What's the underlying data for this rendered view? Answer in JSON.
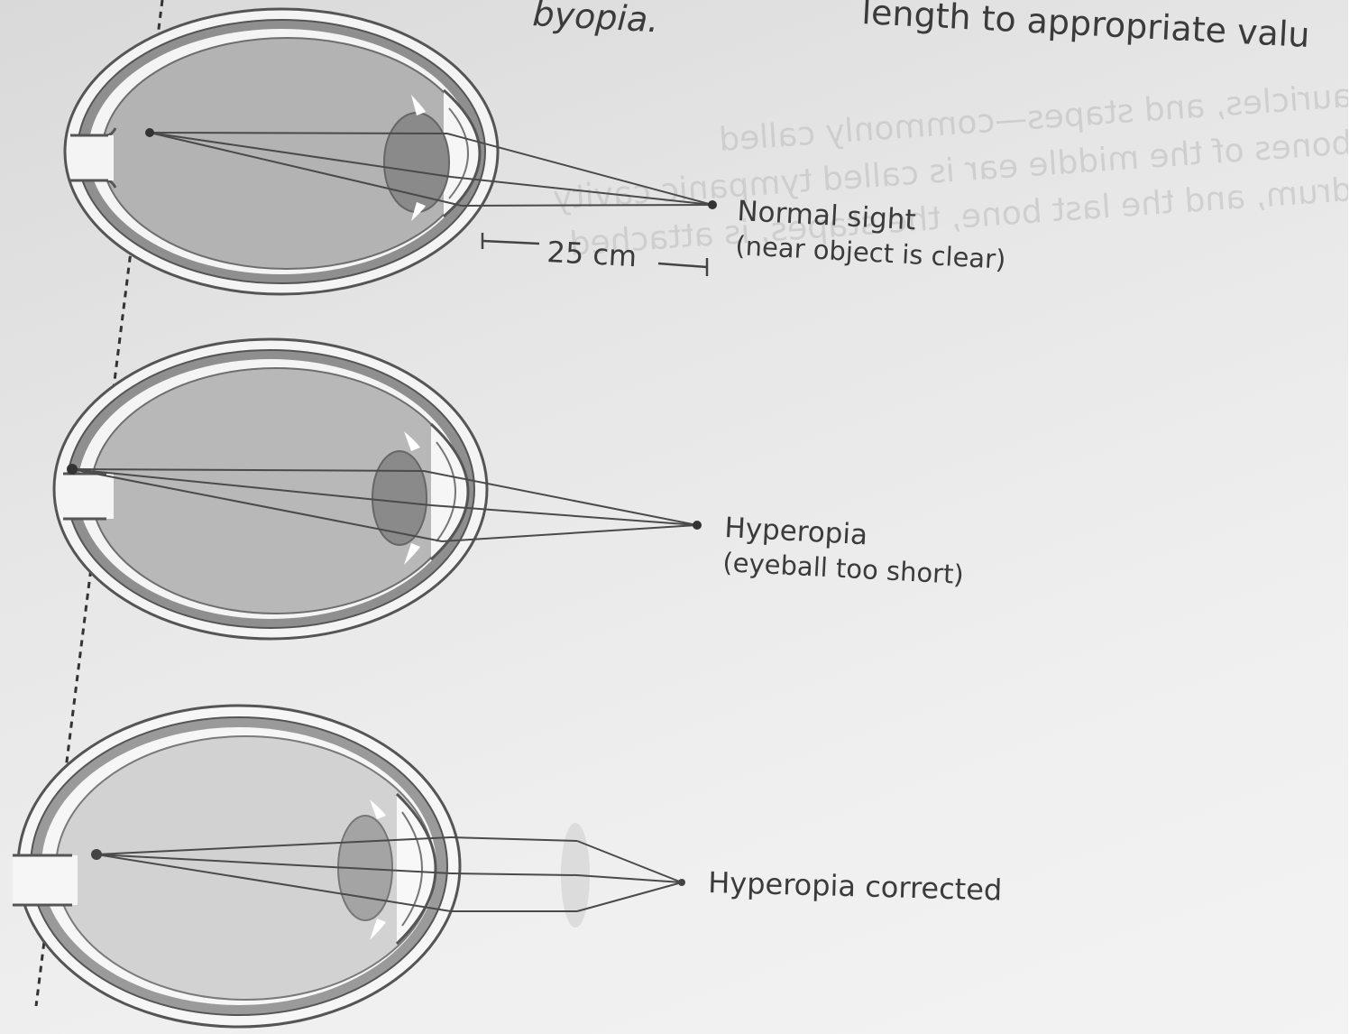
{
  "page": {
    "top_fragment_left": "byopia.",
    "top_fragment_right": "length to appropriate valu",
    "bleed_lines": [
      "auricles, and stapes—commonly called",
      "bones of the middle ear is called tympanic cavity",
      "drum, and the last bone, the stapes, is attached"
    ]
  },
  "diagram": {
    "normal": {
      "label_main": "Normal sight",
      "label_sub": "(near object is clear)",
      "distance_label": "25 cm"
    },
    "hyperopia": {
      "label_main": "Hyperopia",
      "label_sub": "(eyeball too short)"
    },
    "corrected": {
      "label_main": "Hyperopia corrected"
    }
  }
}
